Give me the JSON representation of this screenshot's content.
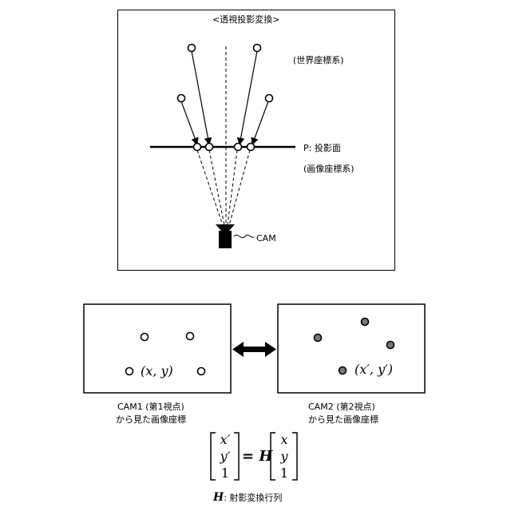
{
  "top": {
    "title": "<透視投影変換>",
    "world_label": "(世界座標系)",
    "plane_label": "P: 投影面",
    "image_label": "(画像座標系)",
    "camera_label": "CAM"
  },
  "bottom": {
    "left_coord": "(x, y)",
    "right_coord": "(x′, y′)",
    "cam1_caption_line1": "CAM1 (第1視点)",
    "cam1_caption_line2": "から見た画像座標",
    "cam2_caption_line1": "CAM2 (第2視点)",
    "cam2_caption_line2": "から見た画像座標"
  },
  "equation": {
    "lhs": [
      "x′",
      "y′",
      "1"
    ],
    "operator": "= H",
    "rhs": [
      "x",
      "y",
      "1"
    ],
    "legend_symbol": "H",
    "legend_text": ": 射影変換行列"
  },
  "colors": {
    "line": "#000000",
    "gray_point": "#777777",
    "white_point": "#ffffff"
  },
  "icons": {
    "camera": "camera-icon",
    "arrow": "double-arrow-icon"
  }
}
